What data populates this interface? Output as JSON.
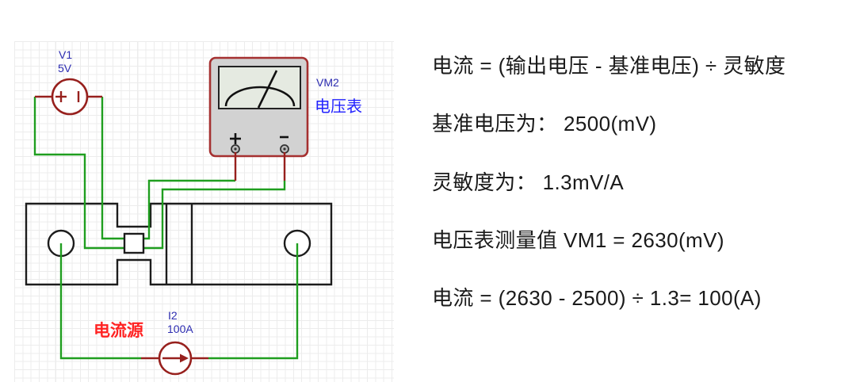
{
  "colors": {
    "green": "#1F9E1F",
    "dark_red": "#97201D",
    "ink": "#1C1C1C",
    "text": "#1A1A1A",
    "blue_label": "#2B2BB0",
    "bright_blue": "#2222FF",
    "red_label": "#FF2222",
    "meter_fill": "#D2D2D2",
    "meter_border": "#A53030",
    "screen_fill": "#E5EAE1",
    "grid_line": "#ECECEC"
  },
  "circuit": {
    "voltage_source": {
      "ref": "V1",
      "value": "5V"
    },
    "voltmeter": {
      "ref": "VM2",
      "name": "电压表",
      "plus": "+",
      "minus": "−"
    },
    "current_source": {
      "ref": "I2",
      "value": "100A",
      "name": "电流源"
    }
  },
  "notes": {
    "lines": [
      "电流 = (输出电压 - 基准电压) ÷ 灵敏度",
      "基准电压为： 2500(mV)",
      "灵敏度为： 1.3mV/A",
      "电压表测量值 VM1 = 2630(mV)",
      "电流 = (2630 - 2500) ÷ 1.3= 100(A)"
    ]
  }
}
